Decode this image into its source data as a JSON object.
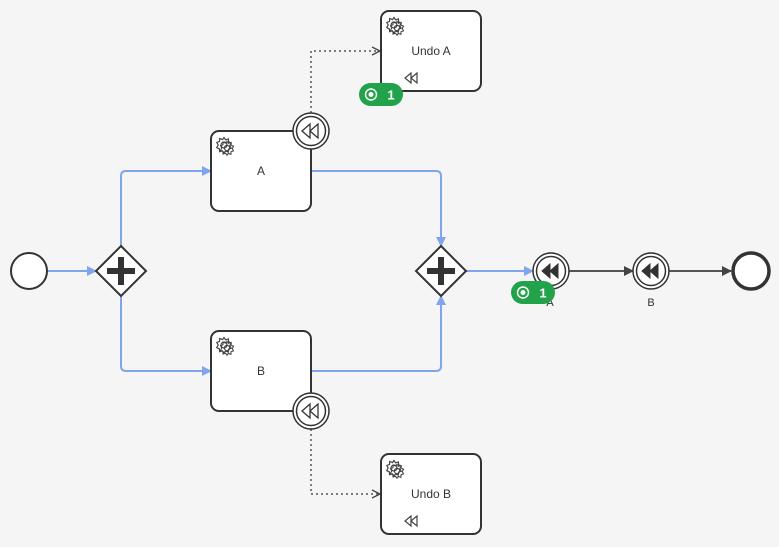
{
  "diagram": {
    "tasks": {
      "task_a": {
        "label": "A"
      },
      "task_b": {
        "label": "B"
      },
      "undo_a": {
        "label": "Undo A"
      },
      "undo_b": {
        "label": "Undo B"
      }
    },
    "throw_events": {
      "compensate_a": {
        "label": "A"
      },
      "compensate_b": {
        "label": "B"
      }
    },
    "badges": {
      "undo_a_badge": {
        "count": "1"
      },
      "compensate_a_badge": {
        "count": "1"
      }
    },
    "colors": {
      "flow_highlight": "#7fa6ec",
      "badge_green": "#22a24a",
      "stroke": "#333333",
      "background": "#f5f5f5"
    },
    "icons": {
      "service_task": "gear-icon",
      "compensation": "rewind-icon",
      "parallel_gateway": "plus-icon",
      "token_badge": "token-icon"
    }
  }
}
